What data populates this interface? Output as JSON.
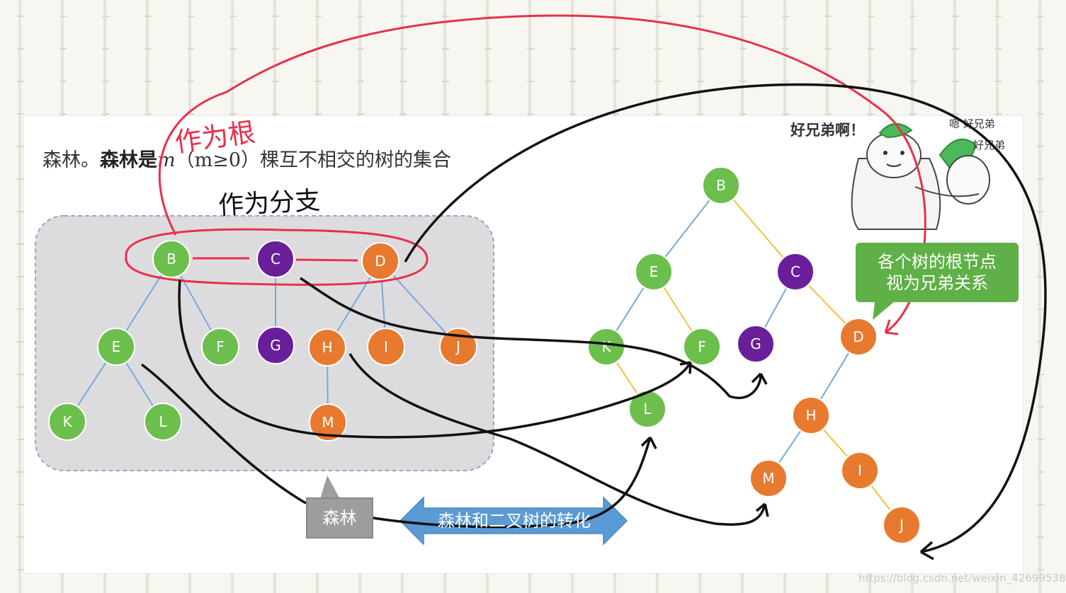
{
  "title": {
    "part1": "森林。",
    "part2": "森林是",
    "m": "m",
    "paren": "（m≥0）",
    "part3": "棵互不相交的树的集合"
  },
  "annotations": {
    "as_root": "作为根",
    "as_branch": "作为分支"
  },
  "callout": {
    "line1": "各个树的根节点",
    "line2": "视为兄弟关系"
  },
  "meme": {
    "left": "好兄弟啊！",
    "right1": "嗯 好兄弟",
    "right2": "好兄弟"
  },
  "labels": {
    "forest": "森林",
    "conversion": "森林和二叉树的转化",
    "watermark": "https://blog.csdn.net/weixin_42699538"
  },
  "colors": {
    "green": "#6cbf4c",
    "purple": "#6a1f9a",
    "orange": "#e87a30",
    "edge_blue": "#7aa7d6",
    "edge_yellow": "#f2c23a",
    "ink_red": "#e8304a",
    "ink_black": "#111111",
    "panel_gray": "#dcdcdf"
  },
  "forest_nodes": [
    {
      "id": "B",
      "color": "green"
    },
    {
      "id": "C",
      "color": "purple"
    },
    {
      "id": "D",
      "color": "orange"
    },
    {
      "id": "E",
      "color": "green"
    },
    {
      "id": "F",
      "color": "green"
    },
    {
      "id": "G",
      "color": "purple"
    },
    {
      "id": "H",
      "color": "orange"
    },
    {
      "id": "I",
      "color": "orange"
    },
    {
      "id": "J",
      "color": "orange"
    },
    {
      "id": "K",
      "color": "green"
    },
    {
      "id": "L",
      "color": "green"
    },
    {
      "id": "M",
      "color": "orange"
    }
  ],
  "binary_nodes": [
    {
      "id": "B",
      "color": "green"
    },
    {
      "id": "E",
      "color": "green"
    },
    {
      "id": "C",
      "color": "purple"
    },
    {
      "id": "K",
      "color": "green"
    },
    {
      "id": "F",
      "color": "green"
    },
    {
      "id": "G",
      "color": "purple"
    },
    {
      "id": "D",
      "color": "orange"
    },
    {
      "id": "L",
      "color": "green"
    },
    {
      "id": "H",
      "color": "orange"
    },
    {
      "id": "M",
      "color": "orange"
    },
    {
      "id": "I",
      "color": "orange"
    },
    {
      "id": "J",
      "color": "orange"
    }
  ],
  "forest_edges": [
    [
      "B",
      "E"
    ],
    [
      "B",
      "F"
    ],
    [
      "E",
      "K"
    ],
    [
      "E",
      "L"
    ],
    [
      "C",
      "G"
    ],
    [
      "D",
      "H"
    ],
    [
      "D",
      "I"
    ],
    [
      "D",
      "J"
    ],
    [
      "H",
      "M"
    ]
  ],
  "binary_edges": [
    {
      "from": "B",
      "to": "E",
      "kind": "blue"
    },
    {
      "from": "B",
      "to": "C",
      "kind": "yellow"
    },
    {
      "from": "E",
      "to": "K",
      "kind": "blue"
    },
    {
      "from": "E",
      "to": "F",
      "kind": "yellow"
    },
    {
      "from": "K",
      "to": "L",
      "kind": "yellow"
    },
    {
      "from": "C",
      "to": "G",
      "kind": "blue"
    },
    {
      "from": "C",
      "to": "D",
      "kind": "yellow"
    },
    {
      "from": "D",
      "to": "H",
      "kind": "blue"
    },
    {
      "from": "H",
      "to": "M",
      "kind": "blue"
    },
    {
      "from": "H",
      "to": "I",
      "kind": "yellow"
    },
    {
      "from": "I",
      "to": "J",
      "kind": "yellow"
    }
  ]
}
